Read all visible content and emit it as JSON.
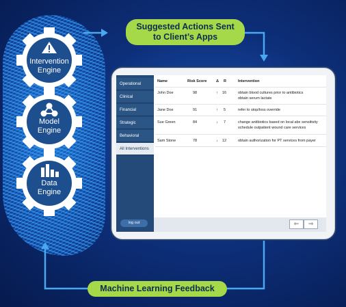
{
  "engines": [
    {
      "label_line1": "Intervention",
      "label_line2": "Engine",
      "icon": "warning-icon"
    },
    {
      "label_line1": "Model",
      "label_line2": "Engine",
      "icon": "network-icon"
    },
    {
      "label_line1": "Data",
      "label_line2": "Engine",
      "icon": "bar-chart-icon"
    }
  ],
  "top_pill": {
    "line1": "Suggested Actions Sent",
    "line2": "to Client’s Apps"
  },
  "bottom_pill": {
    "text": "Machine Learning Feedback"
  },
  "app": {
    "nav": [
      "Operational",
      "Clinical",
      "Financial",
      "Strategic",
      "Behavioral",
      "All Interventions"
    ],
    "active_nav": "All Interventions",
    "logout": "log out",
    "columns": {
      "name": "Name",
      "risk": "Risk Score",
      "delta": "Δ",
      "r": "R",
      "intervention": "Intervention"
    },
    "rows": [
      {
        "name": "John Doe",
        "risk": "98",
        "dir": "↑",
        "r": "16",
        "i1": "obtain blood cultures prior to antibiotics",
        "i2": "obtain serum lactate"
      },
      {
        "name": "Jane Doe",
        "risk": "91",
        "dir": "↑",
        "r": "5",
        "i1": "refer to stop/loss override",
        "i2": ""
      },
      {
        "name": "Sue Green",
        "risk": "84",
        "dir": "↓",
        "r": "7",
        "i1": "change antibiotics based on local abx sensitivity",
        "i2": "schedule outpatient wound care services"
      },
      {
        "name": "Sam Stone",
        "risk": "78",
        "dir": "↓",
        "r": "12",
        "i1": "obtain authorization for PT services from payer",
        "i2": ""
      }
    ]
  },
  "colors": {
    "pill": "#a5d94a",
    "arrow": "#4aa8f0",
    "gear": "#ffffff",
    "gear_inner": "#1d4f8f"
  }
}
